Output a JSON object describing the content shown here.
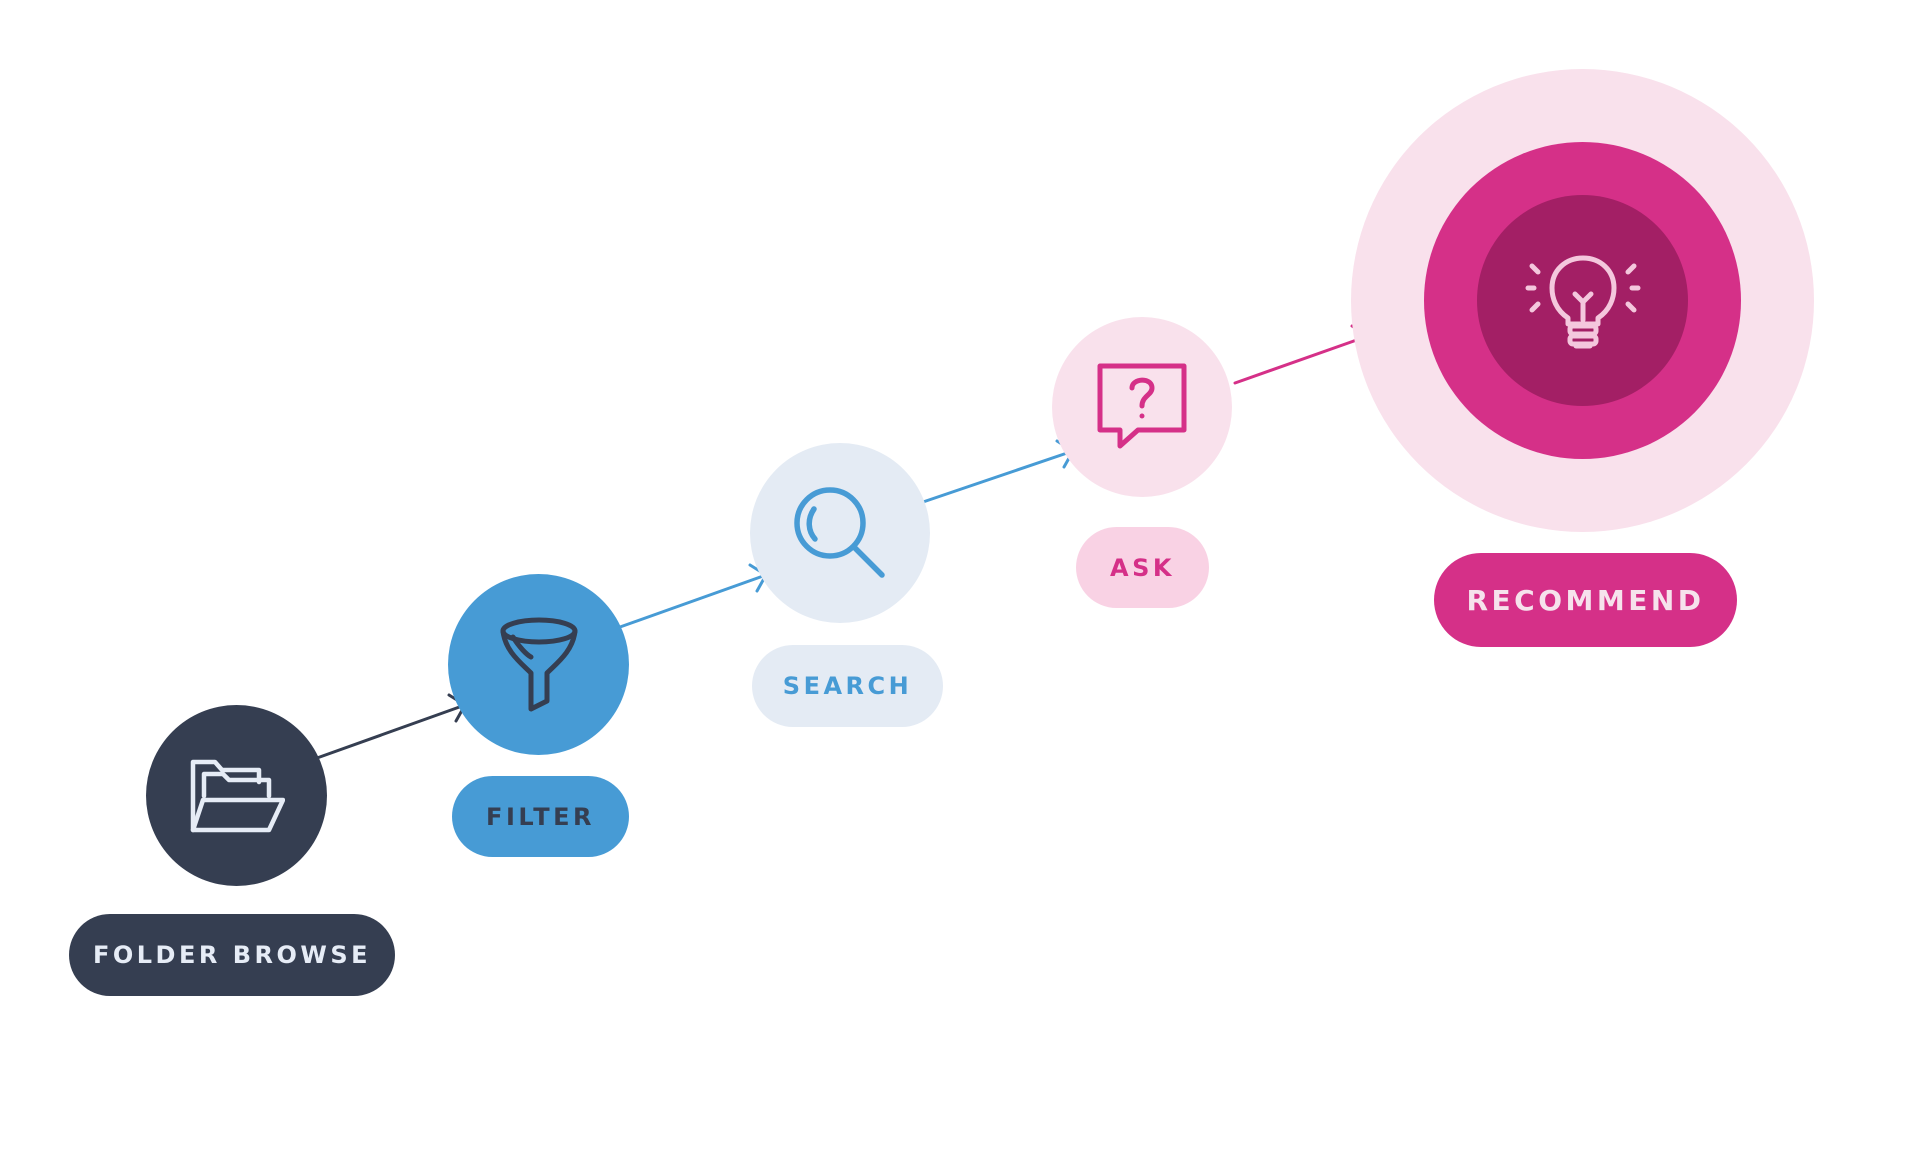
{
  "steps": [
    {
      "label": "Folder Browse",
      "icon": "folder-open-icon",
      "circle_color": "#353e51",
      "pill_color": "#353e51"
    },
    {
      "label": "Filter",
      "icon": "funnel-icon",
      "circle_color": "#479bd5",
      "pill_color": "#479bd5"
    },
    {
      "label": "Search",
      "icon": "magnifying-glass-icon",
      "circle_color": "#e4ebf4",
      "pill_color": "#e4ebf4"
    },
    {
      "label": "Ask",
      "icon": "question-speech-bubble-icon",
      "circle_color": "#f9e1ec",
      "pill_color": "#f9d2e4"
    },
    {
      "label": "Recommend",
      "icon": "lightbulb-icon",
      "circle_color": "#d53088",
      "pill_color": "#d53088"
    }
  ],
  "arrows": [
    {
      "from": "Folder Browse",
      "to": "Filter",
      "color": "#353e51"
    },
    {
      "from": "Filter",
      "to": "Search",
      "color": "#479bd5"
    },
    {
      "from": "Search",
      "to": "Ask",
      "color": "#479bd5"
    },
    {
      "from": "Ask",
      "to": "Recommend",
      "color": "#d53088"
    }
  ]
}
